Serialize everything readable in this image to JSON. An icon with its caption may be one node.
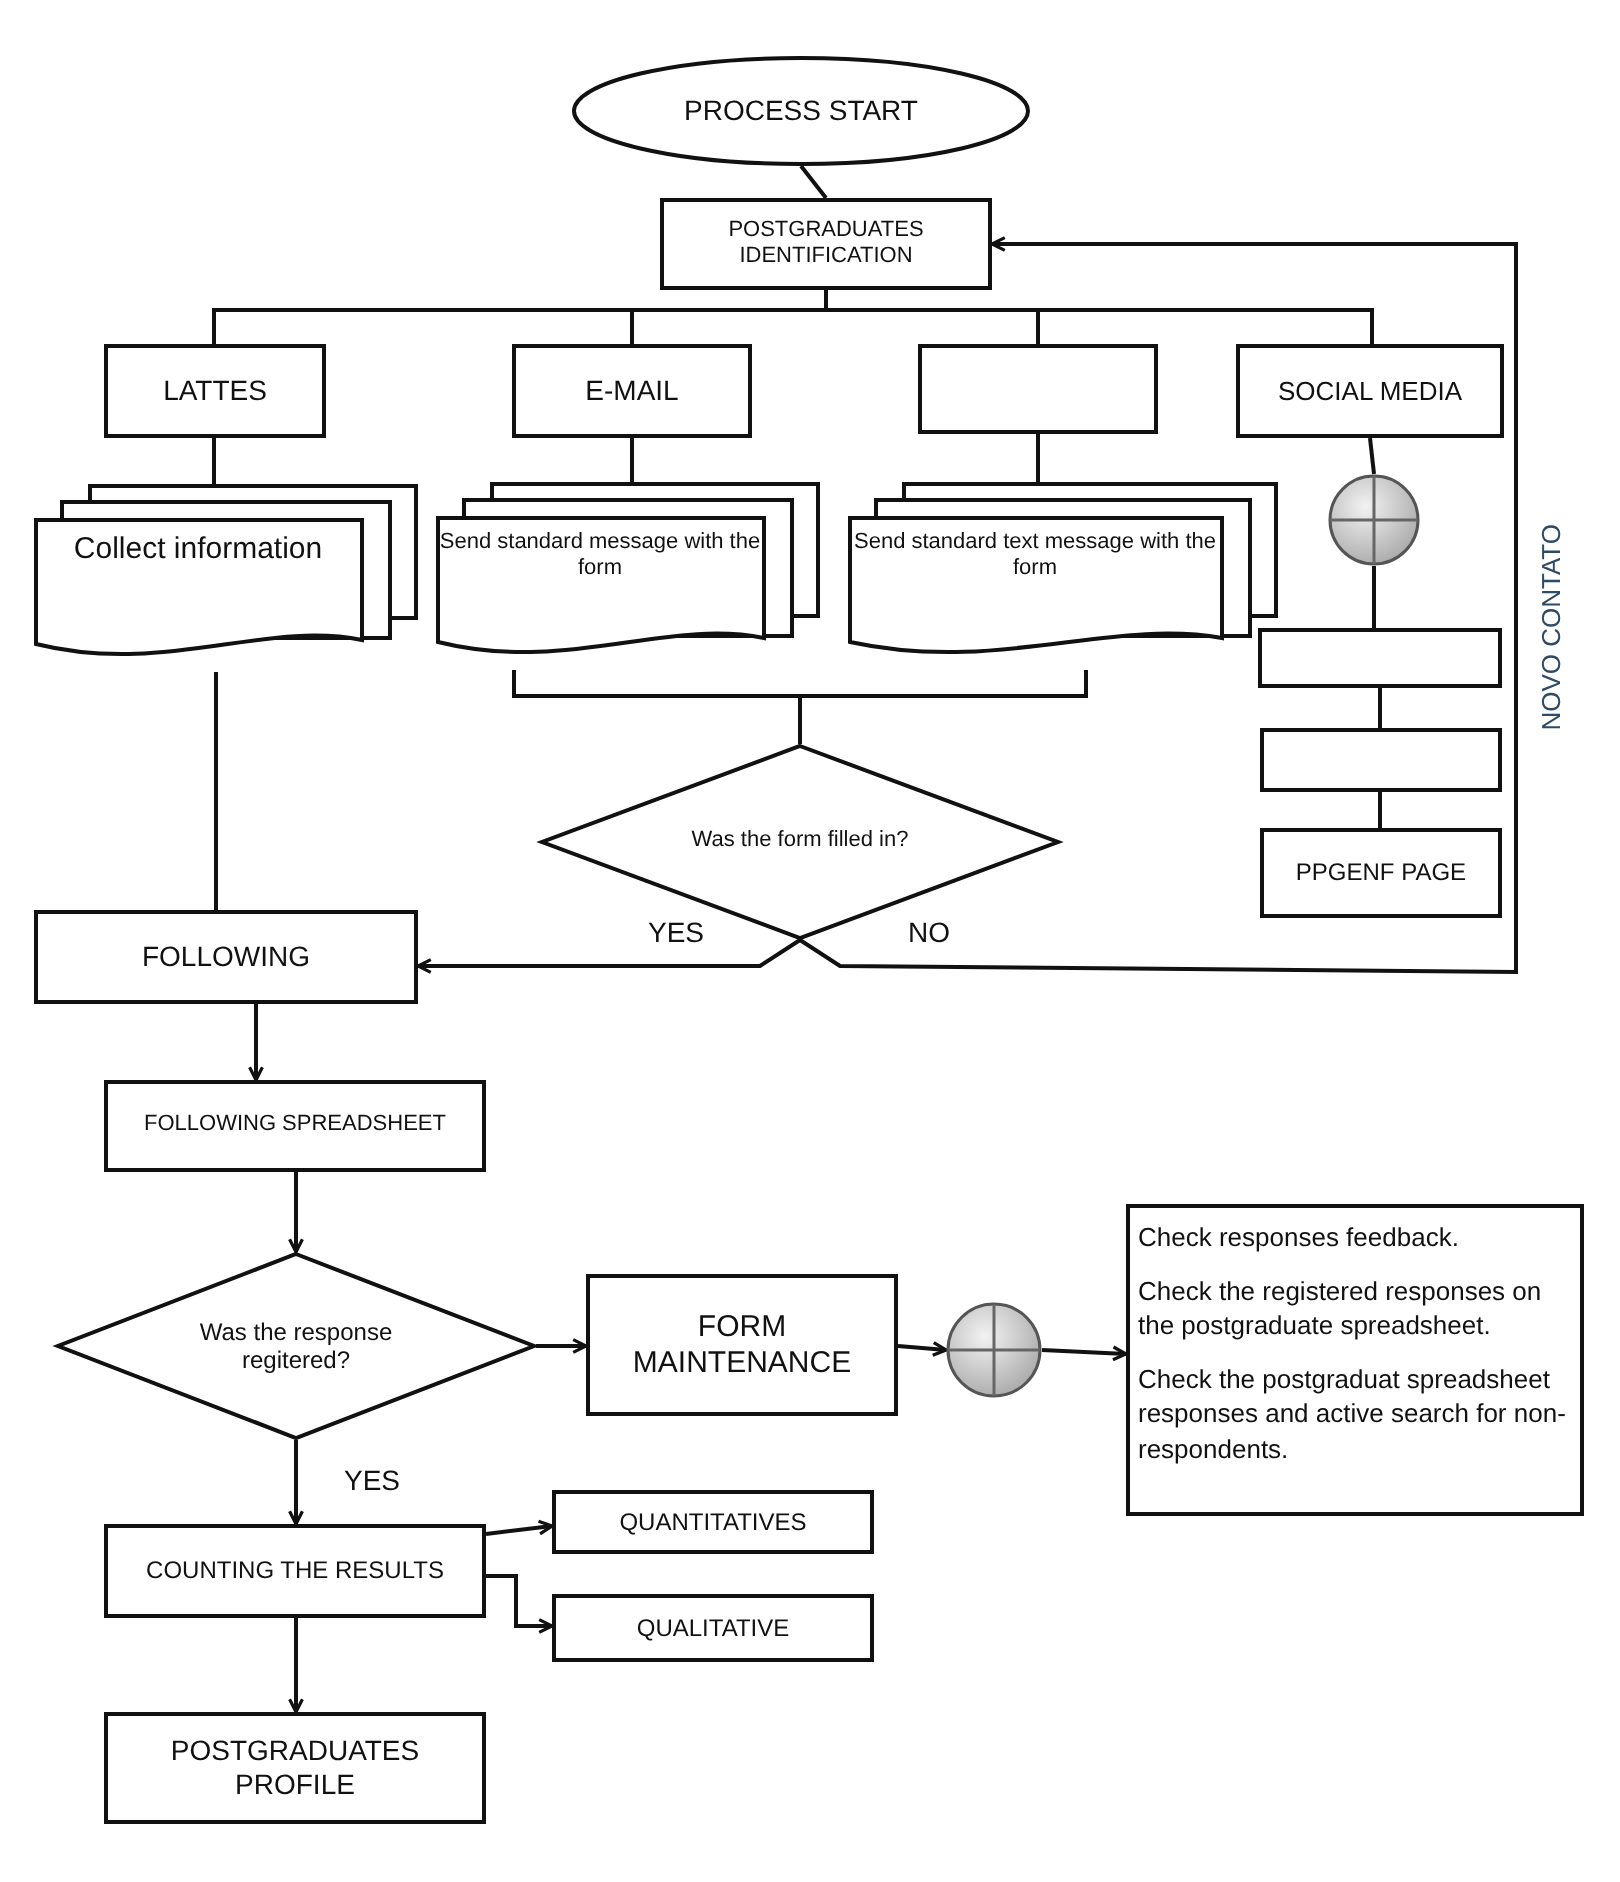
{
  "diagram": {
    "nodes": [
      {
        "text": [
          "PROCESS START"
        ]
      },
      {
        "text": [
          "POSTGRADUATES IDENTIFICATION"
        ]
      },
      {
        "text": [
          "LATTES"
        ]
      },
      {
        "text": [
          "E-MAIL"
        ]
      },
      {
        "text": [],
        "shape": "box"
      },
      {
        "text": [
          "SOCIAL MEDIA"
        ]
      },
      {
        "text": [
          "Collect information"
        ]
      },
      {
        "text": [
          "Send standard message with the form"
        ]
      },
      {
        "text": [
          "Send standard text message with the form"
        ]
      },
      {
        "text": [],
        "shape": "circle"
      },
      {
        "text": [],
        "shape": "box"
      },
      {
        "text": [],
        "shape": "box"
      },
      {
        "text": [
          "PPGENF PAGE"
        ]
      },
      {
        "text": [
          "Was the form filled in?"
        ]
      },
      {
        "text": [
          "FOLLOWING"
        ]
      },
      {
        "text": [
          "FOLLOWING SPREADSHEET"
        ]
      },
      {
        "text": [
          "Was the response regitered?"
        ]
      },
      {
        "text": [
          "FORM MAINTENANCE"
        ]
      },
      {
        "text": [],
        "shape": "circle"
      },
      {
        "text": [
          "Check responses feedback.",
          "Check the registered responses on the postgraduate spreadsheet.",
          "Check the postgraduat spreadsheet responses and active search for non-respondents."
        ]
      },
      {
        "text": [
          "COUNTING THE RESULTS"
        ]
      },
      {
        "text": [
          "QUANTITATIVES"
        ]
      },
      {
        "text": [
          "QUALITATIVE"
        ]
      },
      {
        "text": [
          "POSTGRADUATES PROFILE"
        ]
      }
    ],
    "edges": [
      {
        "from": 0,
        "to": 1,
        "arrow": "none"
      },
      {
        "from": 1,
        "to": 2,
        "arrow": "none"
      },
      {
        "from": 1,
        "to": 3,
        "arrow": "none"
      },
      {
        "from": 1,
        "to": 4,
        "arrow": "none"
      },
      {
        "from": 1,
        "to": 5,
        "arrow": "none"
      },
      {
        "from": 2,
        "to": 6,
        "arrow": "none"
      },
      {
        "from": 3,
        "to": 7,
        "arrow": "none"
      },
      {
        "from": 4,
        "to": 8,
        "arrow": "none"
      },
      {
        "from": 5,
        "to": 9,
        "arrow": "none"
      },
      {
        "from": 9,
        "to": 10,
        "arrow": "none"
      },
      {
        "from": 10,
        "to": 11,
        "arrow": "none"
      },
      {
        "from": 11,
        "to": 12,
        "arrow": "none"
      },
      {
        "from": 6,
        "to": 14,
        "arrow": "none"
      },
      {
        "from": 7,
        "to": 13,
        "arrow": "none"
      },
      {
        "from": 8,
        "to": 13,
        "arrow": "none"
      },
      {
        "from": 13,
        "to": 14,
        "label": "YES",
        "arrow": "to"
      },
      {
        "from": 13,
        "to": 1,
        "label": "NO",
        "arrow": "to"
      },
      {
        "from": 14,
        "to": 15,
        "arrow": "to"
      },
      {
        "from": 15,
        "to": 16,
        "arrow": "to"
      },
      {
        "from": 16,
        "to": 17,
        "arrow": "to"
      },
      {
        "from": 17,
        "to": 18,
        "arrow": "to"
      },
      {
        "from": 18,
        "to": 19,
        "arrow": "to"
      },
      {
        "from": 16,
        "to": 20,
        "label": "YES",
        "arrow": "to"
      },
      {
        "from": 20,
        "to": 21,
        "arrow": "to"
      },
      {
        "from": 20,
        "to": 22,
        "arrow": "to"
      },
      {
        "from": 20,
        "to": 23,
        "arrow": "to"
      }
    ],
    "labels": [
      "NOVO CONTATO"
    ]
  }
}
